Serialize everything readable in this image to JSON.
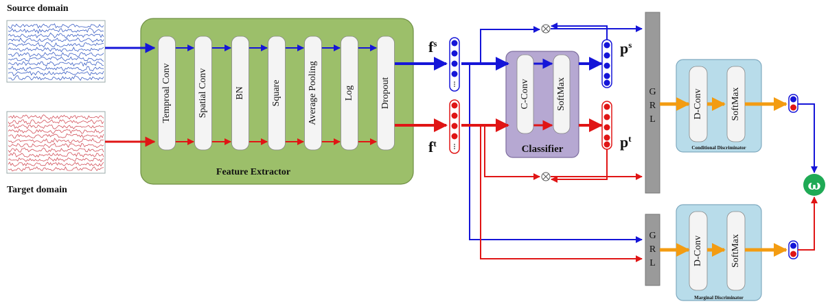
{
  "domains": {
    "source": "Source domain",
    "target": "Target domain"
  },
  "feature_extractor": {
    "title": "Feature Extractor",
    "layers": [
      "Temproal Conv",
      "Spatial Conv",
      "BN",
      "Square",
      "Average Pooling",
      "Log",
      "Dropout"
    ]
  },
  "features": {
    "source": "f",
    "source_sup": "s",
    "target": "f",
    "target_sup": "t"
  },
  "classifier": {
    "title": "Classifier",
    "layers": [
      "C-Conv",
      "SoftMax"
    ]
  },
  "predictions": {
    "source": "p",
    "source_sup": "s",
    "target": "p",
    "target_sup": "t"
  },
  "grl_letters": [
    "G",
    "R",
    "L"
  ],
  "conditional_discriminator": {
    "title": "Conditional Discriminator",
    "layers": [
      "D-Conv",
      "SoftMax"
    ]
  },
  "marginal_discriminator": {
    "title": "Marginal Discriminator",
    "layers": [
      "D-Conv",
      "SoftMax"
    ]
  },
  "omega": "ω",
  "colors": {
    "source": "#1515d8",
    "target": "#e01515",
    "extractor_bg": "#9cbf6a",
    "classifier_bg": "#b6a8d2",
    "discriminator_bg": "#b8dcea",
    "grl": "#9a9a9a",
    "orange": "#f39c12",
    "omega": "#1faa55",
    "eeg_source": "#3a5ec4",
    "eeg_target": "#d2505a"
  }
}
